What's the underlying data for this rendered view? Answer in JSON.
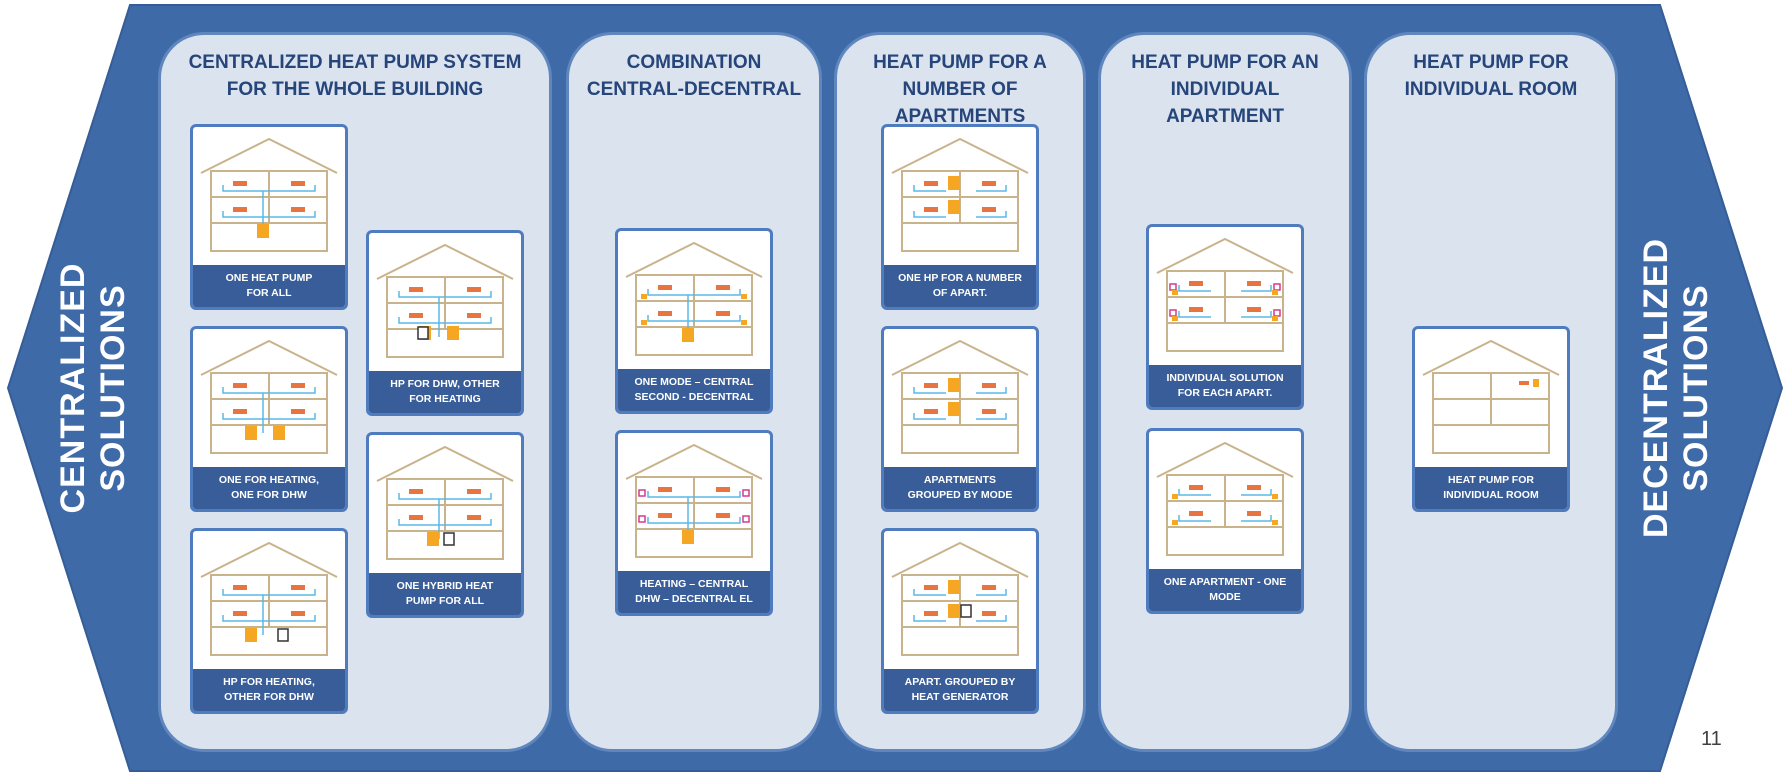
{
  "colors": {
    "arrow_fill": "#3f6aa8",
    "panel_fill": "#dbe3ef",
    "panel_border": "#5f86bd",
    "title_text": "#26457a",
    "caption_fill": "#385d98",
    "house_line": "#c9b38c",
    "pipe": "#5bb8e6",
    "heat_pump": "#f5a623",
    "radiator": "#e8753f",
    "electric_unit": "#d23c8c"
  },
  "left_label": [
    "CENTRALIZED",
    "SOLUTIONS"
  ],
  "right_label": [
    "DECENTRALIZED",
    "SOLUTIONS"
  ],
  "page_number": "11",
  "columns": [
    {
      "title": [
        "CENTRALIZED HEAT PUMP SYSTEM",
        "FOR THE WHOLE BUILDING"
      ],
      "cards": [
        {
          "caption": [
            "ONE HEAT PUMP",
            "FOR ALL"
          ],
          "icon": "house-central-icon"
        },
        {
          "caption": [
            "HP FOR DHW,  OTHER",
            "FOR HEATING"
          ],
          "icon": "house-central-icon"
        },
        {
          "caption": [
            "ONE FOR HEATING,",
            "ONE FOR DHW"
          ],
          "icon": "house-central-icon"
        },
        {
          "caption": [
            "ONE HYBRID HEAT",
            "PUMP FOR ALL"
          ],
          "icon": "house-central-icon"
        },
        {
          "caption": [
            "HP FOR HEATING,",
            "OTHER FOR DHW"
          ],
          "icon": "house-central-icon"
        }
      ]
    },
    {
      "title": [
        "COMBINATION",
        "CENTRAL-DECENTRAL"
      ],
      "cards": [
        {
          "caption": [
            "ONE MODE – CENTRAL",
            "SECOND - DECENTRAL"
          ],
          "icon": "house-combination-icon"
        },
        {
          "caption": [
            "HEATING – CENTRAL",
            "DHW – DECENTRAL EL"
          ],
          "icon": "house-combination-icon"
        }
      ]
    },
    {
      "title": [
        "HEAT PUMP FOR A",
        "NUMBER OF",
        "APARTMENTS"
      ],
      "cards": [
        {
          "caption": [
            "ONE HP FOR A NUMBER",
            "OF APART."
          ],
          "icon": "house-group-icon"
        },
        {
          "caption": [
            "APARTMENTS",
            "GROUPED BY MODE"
          ],
          "icon": "house-group-icon"
        },
        {
          "caption": [
            "APART. GROUPED BY",
            "HEAT GENERATOR"
          ],
          "icon": "house-group-icon"
        }
      ]
    },
    {
      "title": [
        "HEAT PUMP FOR AN",
        "INDIVIDUAL",
        "APARTMENT"
      ],
      "cards": [
        {
          "caption": [
            "INDIVIDUAL SOLUTION",
            "FOR EACH APART."
          ],
          "icon": "house-apartment-icon"
        },
        {
          "caption": [
            "ONE APARTMENT - ONE",
            "MODE"
          ],
          "icon": "house-apartment-icon"
        }
      ]
    },
    {
      "title": [
        "HEAT PUMP FOR",
        "INDIVIDUAL ROOM"
      ],
      "cards": [
        {
          "caption": [
            "HEAT PUMP FOR",
            "INDIVIDUAL ROOM"
          ],
          "icon": "house-room-icon"
        }
      ]
    }
  ]
}
